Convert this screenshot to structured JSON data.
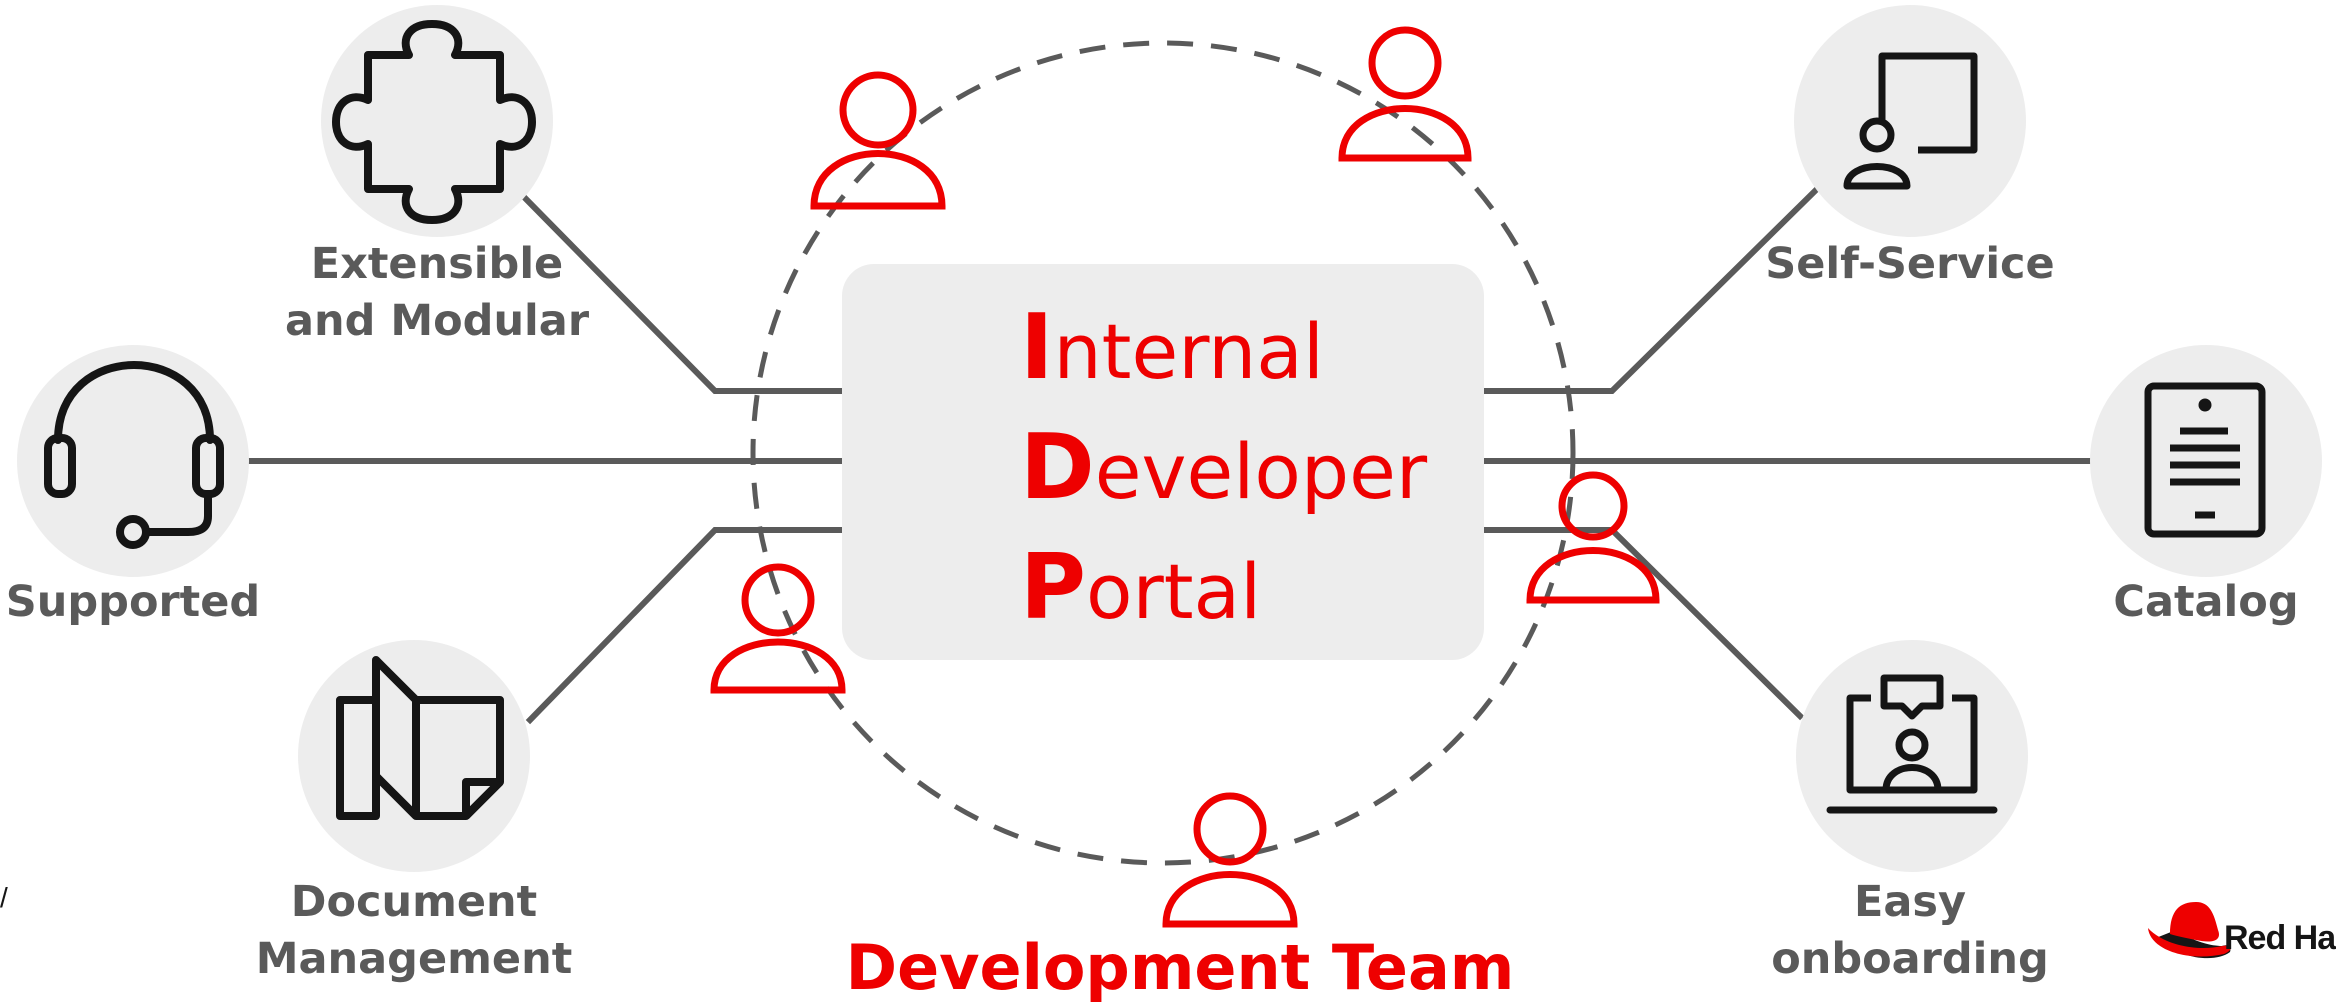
{
  "portal": {
    "line1": {
      "initial": "I",
      "rest": "nternal"
    },
    "line2": {
      "initial": "D",
      "rest": "eveloper"
    },
    "line3": {
      "initial": "P",
      "rest": "ortal"
    }
  },
  "team_label": "Development Team",
  "features": {
    "extensible": {
      "line1": "Extensible",
      "line2": "and Modular",
      "icon": "puzzle-piece-icon"
    },
    "supported": {
      "line1": "Supported",
      "icon": "headset-icon"
    },
    "document": {
      "line1": "Document",
      "line2": "Management",
      "icon": "document-pages-icon"
    },
    "self_service": {
      "line1": "Self-Service",
      "icon": "user-window-icon"
    },
    "catalog": {
      "line1": "Catalog",
      "icon": "catalog-tablet-icon"
    },
    "onboarding": {
      "line1": "Easy",
      "line2": "onboarding",
      "icon": "video-call-icon"
    }
  },
  "brand": {
    "text": "Red Ha",
    "icon": "red-hat-logo-icon"
  },
  "edge_fragment": "/",
  "colors": {
    "accent": "#ee0000",
    "connector": "#5a5a5a",
    "circle_bg": "#ededed",
    "portal_bg": "#ededed",
    "icon": "#151515"
  }
}
